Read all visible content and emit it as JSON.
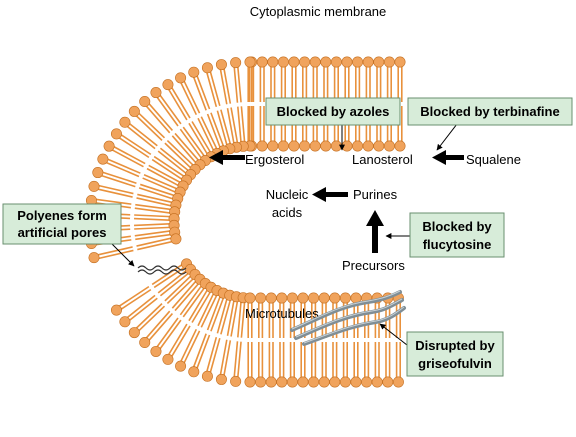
{
  "title": "Cytoplasmic membrane",
  "boxes": {
    "azoles": "Blocked by azoles",
    "terbinafine": "Blocked by terbinafine",
    "flucytosine_1": "Blocked by",
    "flucytosine_2": "flucytosine",
    "griseofulvin_1": "Disrupted by",
    "griseofulvin_2": "griseofulvin",
    "polyenes_1": "Polyenes form",
    "polyenes_2": "artificial pores"
  },
  "labels": {
    "ergosterol": "Ergosterol",
    "lanosterol": "Lanosterol",
    "squalene": "Squalene",
    "nucleic_1": "Nucleic",
    "nucleic_2": "acids",
    "purines": "Purines",
    "precursors": "Precursors",
    "microtubules": "Microtubules"
  },
  "colors": {
    "lipid_head": "#f0a35c",
    "lipid_tail": "#e8913c",
    "box_fill": "#d7ecd9",
    "box_border": "#6a8f6f",
    "microtubule": "#7f8e96",
    "arrow": "#000000"
  }
}
